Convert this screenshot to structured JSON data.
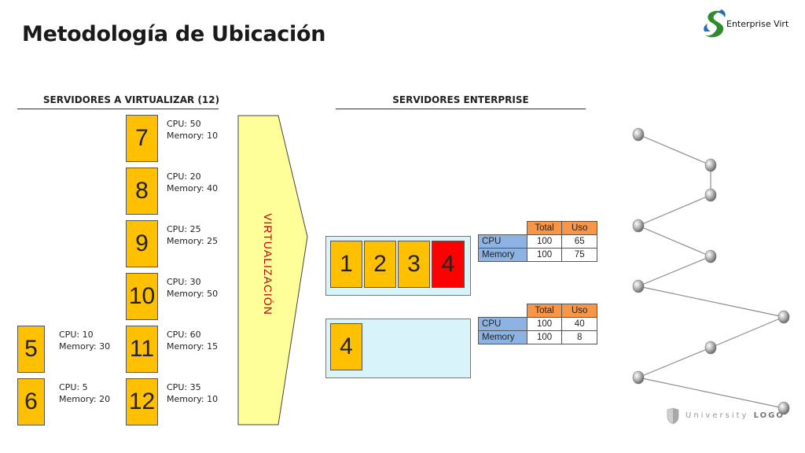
{
  "title": "Metodología de Ubicación",
  "logo": {
    "text": "Enterprise Virt"
  },
  "footer_logo": {
    "text_light": "University",
    "text_bold": "LOGO"
  },
  "left_section": {
    "title": "SERVIDORES A VIRTUALIZAR (12)"
  },
  "right_section": {
    "title": "SERVIDORES ENTERPRISE"
  },
  "arrow_label": "VIRTUALIZACIÓN",
  "servers": [
    {
      "id": "7",
      "cpu": "CPU: 50",
      "memory": "Memory: 10"
    },
    {
      "id": "8",
      "cpu": "CPU: 20",
      "memory": "Memory: 40"
    },
    {
      "id": "9",
      "cpu": "CPU: 25",
      "memory": "Memory: 25"
    },
    {
      "id": "10",
      "cpu": "CPU: 30",
      "memory": "Memory: 50"
    },
    {
      "id": "11",
      "cpu": "CPU: 60",
      "memory": "Memory: 15"
    },
    {
      "id": "12",
      "cpu": "CPU: 35",
      "memory": "Memory: 10"
    },
    {
      "id": "5",
      "cpu": "CPU: 10",
      "memory": "Memory: 30"
    },
    {
      "id": "6",
      "cpu": "CPU: 5",
      "memory": "Memory: 20"
    }
  ],
  "hosts": [
    {
      "slots": [
        "1",
        "2",
        "3",
        "4"
      ],
      "highlight_slot": "4"
    },
    {
      "slots": [
        "4"
      ]
    }
  ],
  "tables": [
    {
      "headers": [
        "Total",
        "Uso"
      ],
      "rows": [
        {
          "label": "CPU",
          "total": "100",
          "uso": "65"
        },
        {
          "label": "Memory",
          "total": "100",
          "uso": "75"
        }
      ]
    },
    {
      "headers": [
        "Total",
        "Uso"
      ],
      "rows": [
        {
          "label": "CPU",
          "total": "100",
          "uso": "40"
        },
        {
          "label": "Memory",
          "total": "100",
          "uso": "8"
        }
      ]
    }
  ],
  "colors": {
    "server": "#ffc000",
    "highlight": "#ff0000",
    "panel": "#d9f4f8",
    "arrow": "#ffff99",
    "table_header": "#f79646",
    "table_label": "#8db3e2",
    "arrow_text": "#c00000"
  }
}
